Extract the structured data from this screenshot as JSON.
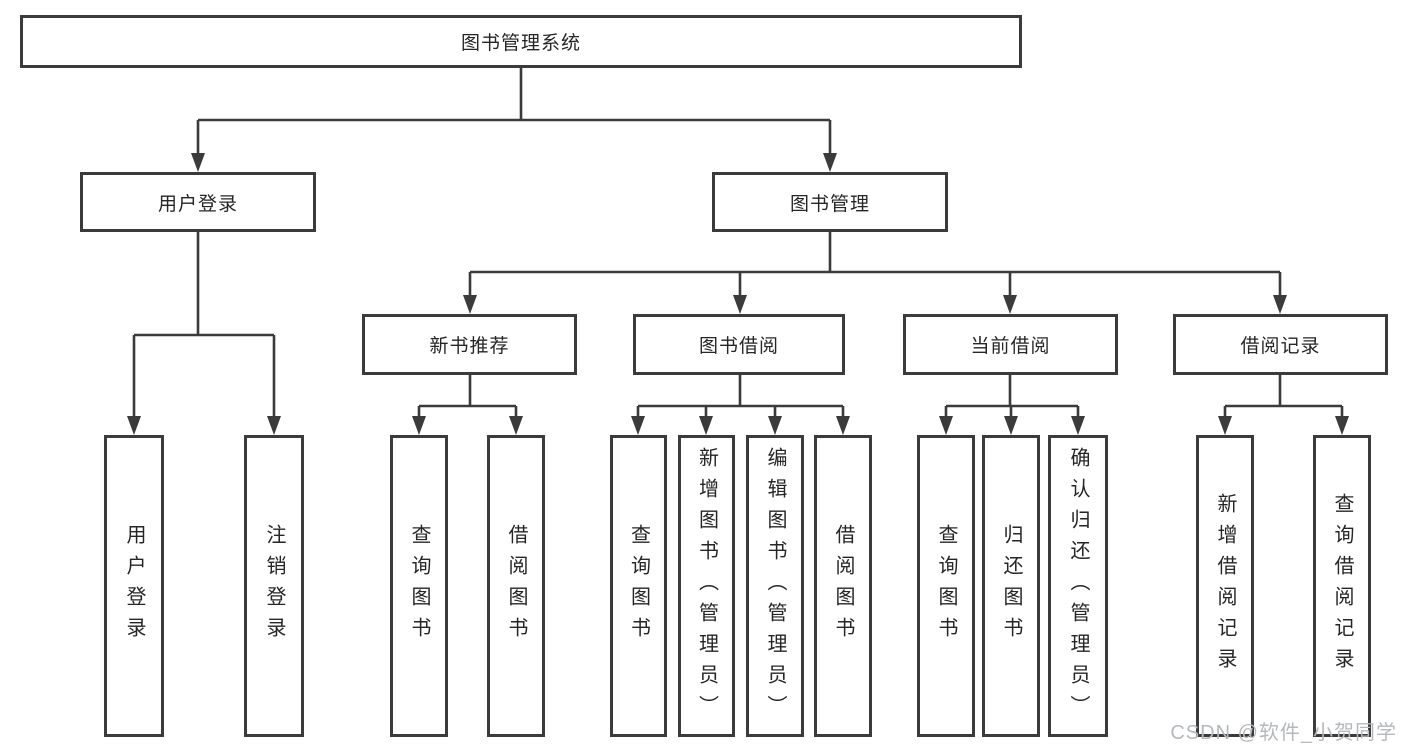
{
  "tree": {
    "root": {
      "label": "图书管理系统"
    },
    "branches": [
      {
        "label": "用户登录",
        "children": [
          {
            "label": "用户登录"
          },
          {
            "label": "注销登录"
          }
        ]
      },
      {
        "label": "图书管理",
        "children": [
          {
            "label": "新书推荐",
            "children": [
              {
                "label": "查询图书"
              },
              {
                "label": "借阅图书"
              }
            ]
          },
          {
            "label": "图书借阅",
            "children": [
              {
                "label": "查询图书"
              },
              {
                "label": "新增图书（管理员）"
              },
              {
                "label": "编辑图书（管理员）"
              },
              {
                "label": "借阅图书"
              }
            ]
          },
          {
            "label": "当前借阅",
            "children": [
              {
                "label": "查询图书"
              },
              {
                "label": "归还图书"
              },
              {
                "label": "确认归还（管理员）"
              }
            ]
          },
          {
            "label": "借阅记录",
            "children": [
              {
                "label": "新增借阅记录"
              },
              {
                "label": "查询借阅记录"
              }
            ]
          }
        ]
      }
    ]
  },
  "watermark": {
    "text": "CSDN @软件_小贺同学"
  },
  "colors": {
    "line": "#3b3b3b",
    "text": "#262626",
    "watermark": "#b4b9be",
    "background": "#ffffff"
  }
}
